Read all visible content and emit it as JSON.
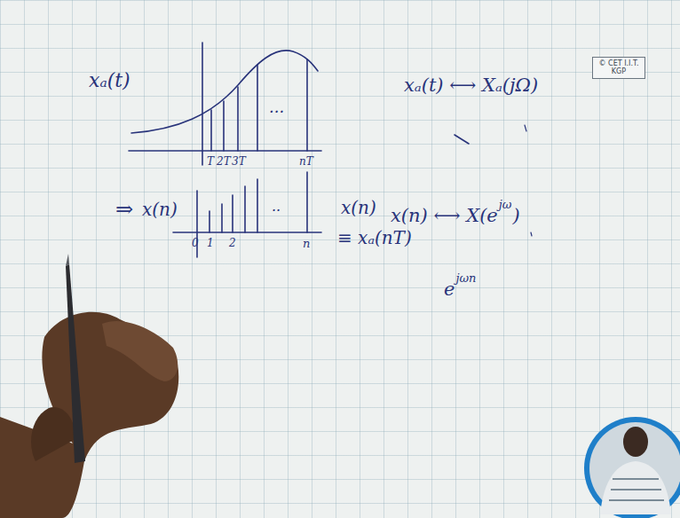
{
  "diagram": {
    "nodes": [
      {
        "text": [
          "© CET I.I.T. KGP"
        ]
      }
    ],
    "labels": [
      "xₐ(t)",
      "T",
      "2T",
      "3T",
      "nT",
      "...",
      "⇒",
      "x(n)",
      "0",
      "1",
      "2",
      "n",
      "..",
      "x(n)",
      "≡ xₐ(nT)",
      "xₐ(t) ⟷ Xₐ(jΩ)",
      "x(n) ⟷ X(e",
      "jω",
      ")",
      "e",
      "jωn"
    ]
  }
}
